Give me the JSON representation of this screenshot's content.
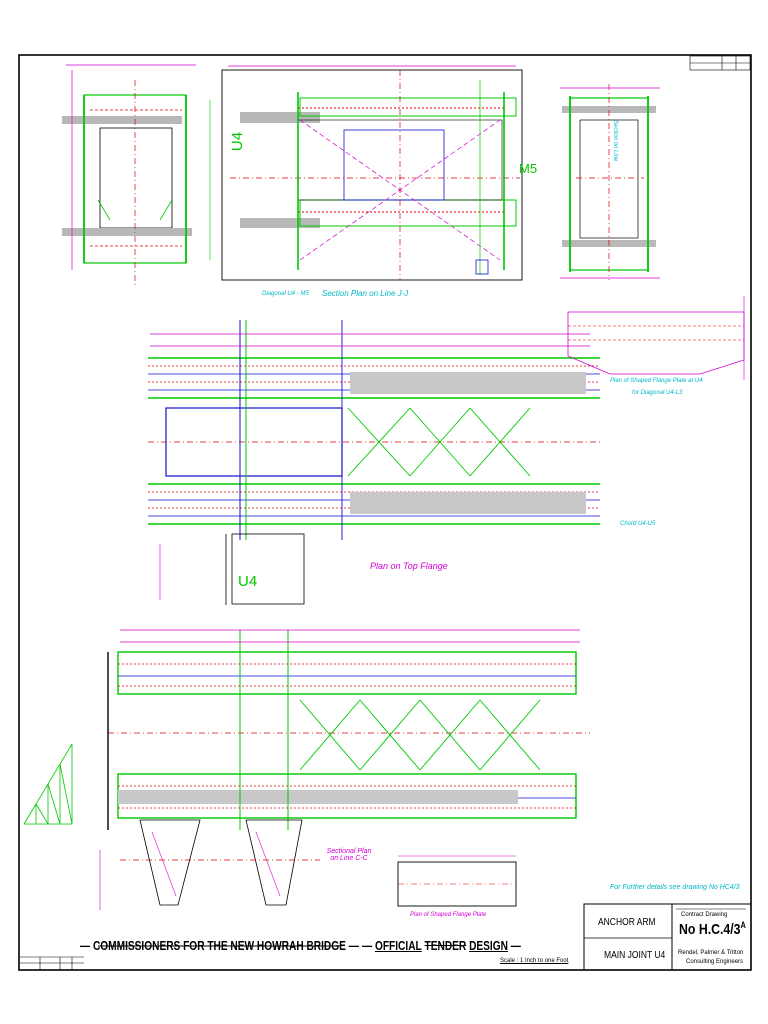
{
  "title_block": {
    "commissioners": "COMMISSIONERS FOR THE NEW HOWRAH BRIDGE",
    "official": "OFFICIAL",
    "tender": "TENDER",
    "design": "DESIGN",
    "scale": "Scale : 1 Inch to one Foot",
    "anchor_arm": "ANCHOR ARM",
    "main_joint": "MAIN JOINT U4",
    "contract_drawing": "Contract Drawing",
    "drawing_no": "No H.C.4/3",
    "drawing_suffix": "A",
    "engineers_line1": "Rendel, Palmer & Tritton",
    "engineers_line2": "Consulting Engineers"
  },
  "views": {
    "section_plan_jj": "Section Plan on Line J-J",
    "diagonal_label": "Diagonal U4 - M5",
    "section_on_line": "Section on Line",
    "plan_on_top_flange": "Plan on Top Flange",
    "plan_shaped_flange_u4": "Plan of Shaped Flange Plate at U4",
    "for_diagonal": "for Diagonal U4-L3",
    "sectional_plan_cc": "Sectional Plan on Line C-C",
    "plan_shaped_flange": "Plan of Shaped Flange Plate",
    "chord_label": "Chord U4-U5",
    "further_details": "For Further details see drawing No HC4/3"
  },
  "joint_marks": {
    "u4_top": "U4",
    "u4_mid": "U4",
    "m5": "M5"
  },
  "colors": {
    "green": "#00c800",
    "magenta": "#d400d4",
    "red": "#e00000",
    "blue": "#1010d0",
    "cyan": "#00b8c8",
    "grey": "#b8b8b8"
  }
}
